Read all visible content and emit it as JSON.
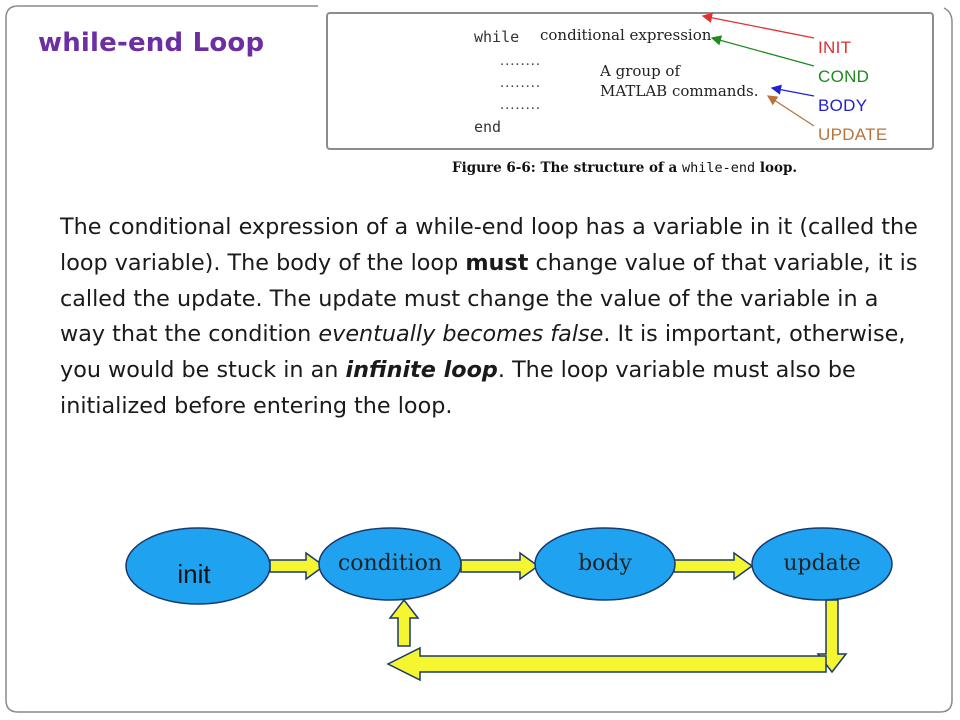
{
  "slide": {
    "title": "while-end Loop"
  },
  "figure": {
    "code": {
      "keyword_while": "while",
      "condition": "conditional expression",
      "dots": [
        "........",
        "........",
        "........"
      ],
      "keyword_end": "end",
      "body_line1": "A group of",
      "body_line2": "MATLAB commands."
    },
    "tags": [
      {
        "label": "INIT",
        "color": "#e03030"
      },
      {
        "label": "COND",
        "color": "#1f8a1f"
      },
      {
        "label": "BODY",
        "color": "#2222cc"
      },
      {
        "label": "UPDATE",
        "color": "#b8733a"
      }
    ],
    "caption_prefix": "Figure 6-6:  The structure of a ",
    "caption_code": "while-end",
    "caption_suffix": " loop."
  },
  "paragraph": {
    "t1": "The conditional expression of a while-end loop has a variable in it (called the loop variable). The body of the loop ",
    "must": "must",
    "t2": " change value of that variable, it is called the update. The update must change the value of the variable in a way that the condition ",
    "eventually": "eventually becomes false",
    "t3": ". It is important, otherwise, you would be stuck in an ",
    "infinite_loop": "infinite loop",
    "t4": ". The loop variable must also be initialized before entering the loop."
  },
  "flow": {
    "nodes": {
      "init": "init",
      "condition": "condition",
      "body": "body",
      "update": "update"
    },
    "node_fill": "#1fa3f0",
    "node_stroke": "#1a3a6b",
    "arrow_fill": "#f5f530",
    "arrow_stroke": "#1a3a6b"
  }
}
